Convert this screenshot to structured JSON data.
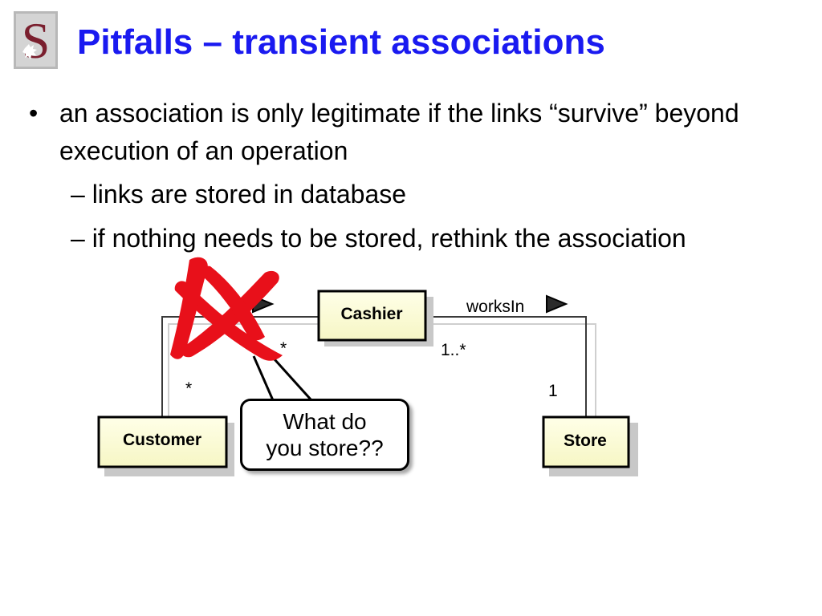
{
  "slide": {
    "title": "Pitfalls – transient associations",
    "logo_letter": "S"
  },
  "bullets": [
    {
      "marker": "•",
      "text": "an association is only legitimate if the links “survive” beyond execution of an operation"
    }
  ],
  "sub_bullets": [
    {
      "marker": "–",
      "text": "links are stored in database"
    },
    {
      "marker": "–",
      "text": "if nothing needs to be stored, rethink the association"
    }
  ],
  "diagram": {
    "classes": {
      "cashier": "Cashier",
      "customer": "Customer",
      "store": "Store"
    },
    "associations": {
      "works_in": {
        "label": "worksIn",
        "cashier_end": "1..*",
        "store_end": "1"
      },
      "cashier_customer": {
        "cashier_end": "*",
        "customer_end": "*"
      }
    },
    "callout": {
      "line1": "What do",
      "line2": "you store??"
    },
    "colors": {
      "class_fill": "#fdfdd8",
      "cross_mark": "#e8101a",
      "title": "#1a1af0"
    }
  }
}
